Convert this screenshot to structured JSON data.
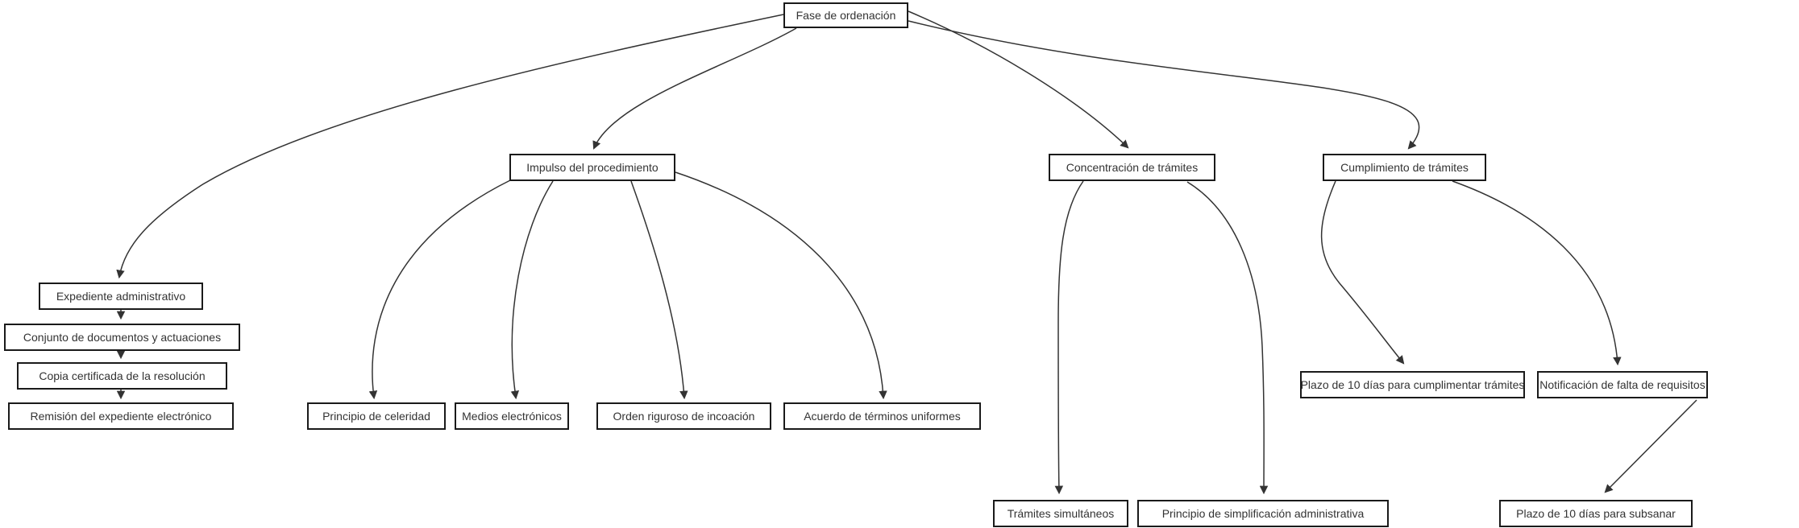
{
  "diagram": {
    "type": "flowchart",
    "root": "fase",
    "colors": {
      "background": "#ffffff",
      "node_fill": "#ffffff",
      "node_border": "#1a1a1a",
      "edge_stroke": "#333333",
      "text": "#333333"
    }
  },
  "nodes": {
    "fase": {
      "label": "Fase de ordenación"
    },
    "impulso": {
      "label": "Impulso del procedimiento"
    },
    "concentracion": {
      "label": "Concentración de trámites"
    },
    "cumplimiento": {
      "label": "Cumplimiento de trámites"
    },
    "expediente": {
      "label": "Expediente administrativo"
    },
    "conjunto": {
      "label": "Conjunto de documentos y actuaciones"
    },
    "copia": {
      "label": "Copia certificada de la resolución"
    },
    "remision": {
      "label": "Remisión del expediente electrónico"
    },
    "celeridad": {
      "label": "Principio de celeridad"
    },
    "medios": {
      "label": "Medios electrónicos"
    },
    "orden": {
      "label": "Orden riguroso de incoación"
    },
    "acuerdo": {
      "label": "Acuerdo de términos uniformes"
    },
    "tramites_simultaneos": {
      "label": "Trámites simultáneos"
    },
    "simplificacion": {
      "label": "Principio de simplificación administrativa"
    },
    "plazo_cumplimentar": {
      "label": "Plazo de 10 días para cumplimentar trámites"
    },
    "notificacion": {
      "label": "Notificación de falta de requisitos"
    },
    "plazo_subsanar": {
      "label": "Plazo de 10 días para subsanar"
    }
  },
  "edges": [
    {
      "from": "fase",
      "to": "expediente"
    },
    {
      "from": "fase",
      "to": "impulso"
    },
    {
      "from": "fase",
      "to": "concentracion"
    },
    {
      "from": "fase",
      "to": "cumplimiento"
    },
    {
      "from": "expediente",
      "to": "conjunto"
    },
    {
      "from": "conjunto",
      "to": "copia"
    },
    {
      "from": "copia",
      "to": "remision"
    },
    {
      "from": "impulso",
      "to": "celeridad"
    },
    {
      "from": "impulso",
      "to": "medios"
    },
    {
      "from": "impulso",
      "to": "orden"
    },
    {
      "from": "impulso",
      "to": "acuerdo"
    },
    {
      "from": "concentracion",
      "to": "tramites_simultaneos"
    },
    {
      "from": "concentracion",
      "to": "simplificacion"
    },
    {
      "from": "cumplimiento",
      "to": "plazo_cumplimentar"
    },
    {
      "from": "cumplimiento",
      "to": "notificacion"
    },
    {
      "from": "notificacion",
      "to": "plazo_subsanar"
    }
  ]
}
